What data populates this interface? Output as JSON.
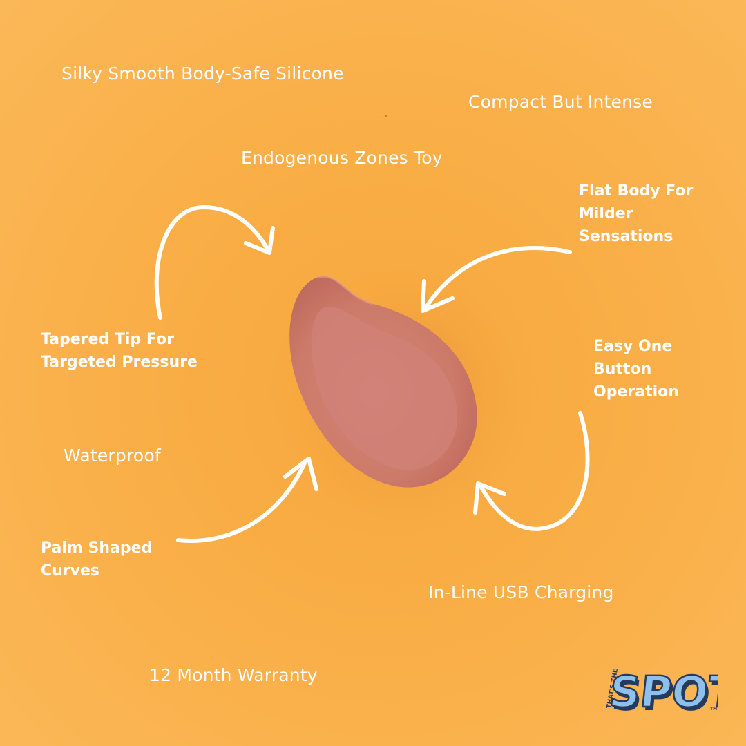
{
  "features_light": {
    "silicone": "Silky Smooth Body-Safe Silicone",
    "compact": "Compact But Intense",
    "endogenous": "Endogenous Zones Toy",
    "waterproof": "Waterproof",
    "usb": "In-Line USB Charging",
    "warranty": "12 Month Warranty"
  },
  "features_bold": {
    "flat_body": [
      "Flat Body For",
      "Milder",
      "Sensations"
    ],
    "tapered_tip": [
      "Tapered Tip For",
      "Targeted Pressure"
    ],
    "one_button": [
      "Easy One",
      "Button",
      "Operation"
    ],
    "palm_shaped": [
      "Palm Shaped",
      "Curves"
    ]
  },
  "logo": {
    "small_text": "THAT'S THE",
    "brand_text": "SPOT",
    "tm": "TM"
  },
  "colors": {
    "background": "#f9ad45",
    "product": "#cf7f6f",
    "text": "#ffffff",
    "logo_blue": "#7fb3e6",
    "logo_outline": "#263a5c"
  },
  "icons": [
    "curved-arrow-icon"
  ]
}
